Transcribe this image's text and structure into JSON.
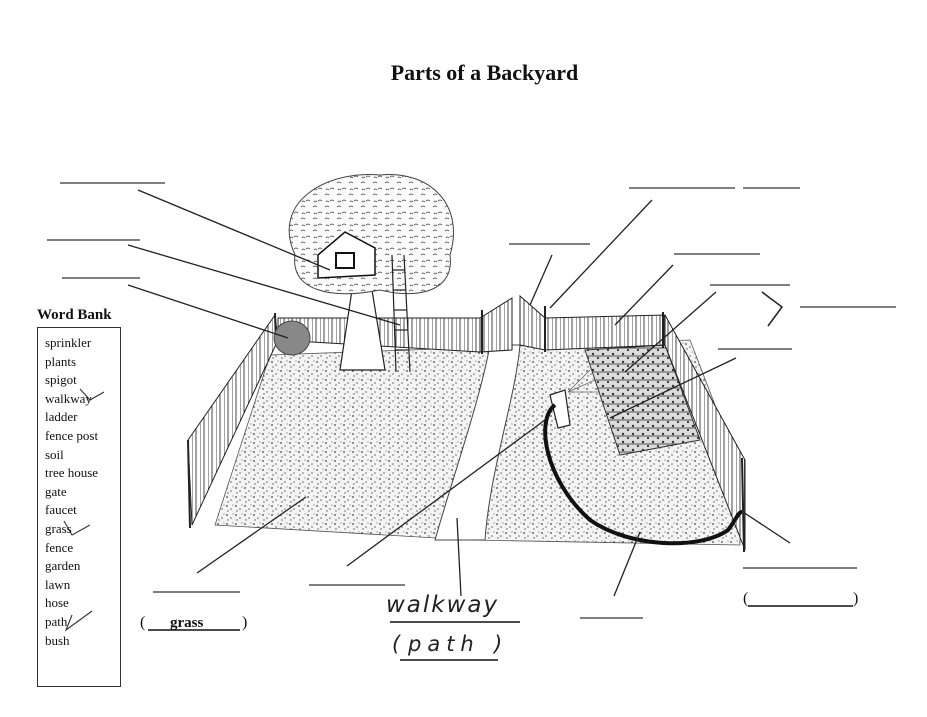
{
  "title": "Parts of a Backyard",
  "word_bank": {
    "title": "Word Bank",
    "items": [
      "sprinkler",
      "plants",
      "spigot",
      "walkway",
      "ladder",
      "fence post",
      "soil",
      "tree house",
      "gate",
      "faucet",
      "grass",
      "fence",
      "garden",
      "lawn",
      "hose",
      "path",
      "bush"
    ]
  },
  "answers": {
    "grass_label": "grass",
    "walkway_label": "walkway",
    "path_label": "path",
    "open_paren": "(",
    "close_paren": ")"
  }
}
